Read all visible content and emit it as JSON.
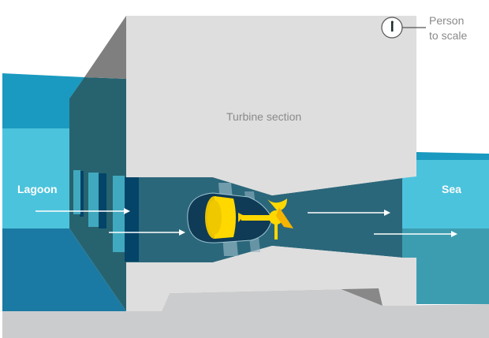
{
  "labels": {
    "lagoon": "Lagoon",
    "sea": "Sea",
    "turbine_section": "Turbine section",
    "person_line1": "Person",
    "person_line2": "to scale"
  },
  "colors": {
    "concrete": "#dedede",
    "ground": "#cbcccd",
    "channel": "#2b677a",
    "water_light": "#4cc3dc",
    "water_dark": "#1b7aa3",
    "turbine": "#ffd800"
  }
}
